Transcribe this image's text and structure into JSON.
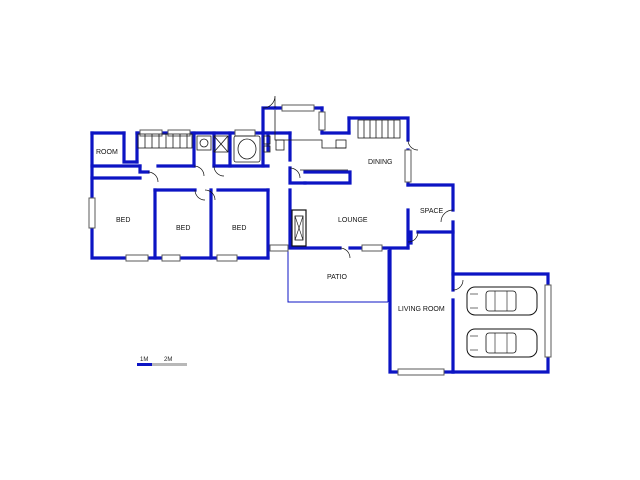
{
  "rooms": {
    "room": "ROOM",
    "bed_1": "BED",
    "bed_2": "BED",
    "bed_3": "BED",
    "dining": "DINING",
    "lounge": "LOUNGE",
    "space": "SPACE",
    "patio": "PATIO",
    "living_room": "LIVING ROOM"
  },
  "scale": {
    "label_1": "1M",
    "label_2": "2M"
  },
  "colors": {
    "wall": "#0c14c4",
    "background": "#ffffff"
  }
}
